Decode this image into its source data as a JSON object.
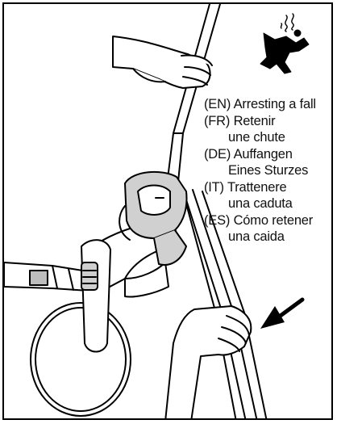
{
  "captions": [
    {
      "lang": "(EN)",
      "text": "Arresting a fall",
      "cont": ""
    },
    {
      "lang": "(FR)",
      "text": "Retenir",
      "cont": "une chute"
    },
    {
      "lang": "(DE)",
      "text": "Auffangen",
      "cont": "Eines Sturzes"
    },
    {
      "lang": "(IT)",
      "text": "Trattenere",
      "cont": "una caduta"
    },
    {
      "lang": "(ES)",
      "text": "Cómo retener",
      "cont": "una caida"
    }
  ],
  "icons": {
    "falling_climber": "falling-climber-icon",
    "arrow": "arrow-icon"
  },
  "colors": {
    "line": "#000000",
    "background": "#ffffff",
    "device_fill": "#d0d0d0",
    "rope_fill": "#ffffff"
  }
}
